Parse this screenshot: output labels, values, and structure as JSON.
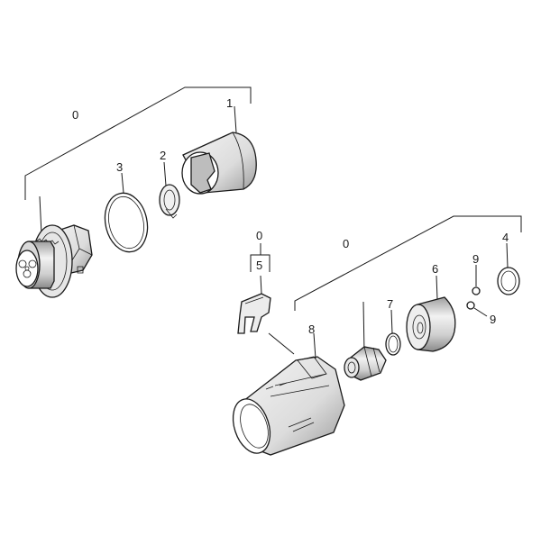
{
  "labels": {
    "group_a": "0",
    "group_b": "0",
    "group_c": "0",
    "p1": "1",
    "p2": "2",
    "p3": "3",
    "p4": "4",
    "p5": "5",
    "p6": "6",
    "p7": "7",
    "p8": "8",
    "p9a": "9",
    "p9b": "9"
  },
  "colors": {
    "line": "#1a1a1a",
    "part_fill": "#ffffff",
    "shade_light": "#d6d6d6",
    "shade_mid": "#b3b3b3",
    "shade_dark": "#8c8c8c"
  }
}
